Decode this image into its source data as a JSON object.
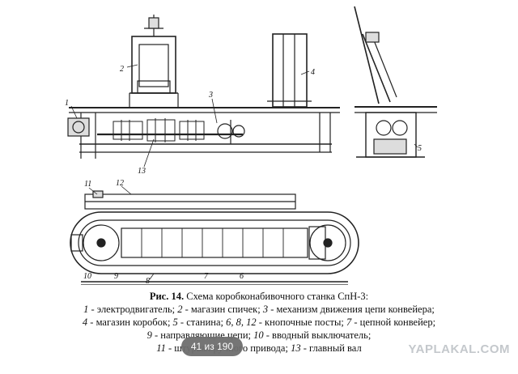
{
  "labels": {
    "l1": "1",
    "l2": "2",
    "l3": "3",
    "l4": "4",
    "l5": "5",
    "l6": "6",
    "l7": "7",
    "l8": "8",
    "l9": "9",
    "l10": "10",
    "l11": "11",
    "l12": "12",
    "l13": "13"
  },
  "caption": {
    "fig_ref": "Рис. 14.",
    "title": "Схема коробконабивочного станка СпН-3:",
    "line2": [
      {
        "n": "1",
        "t": " - электродвигатель; "
      },
      {
        "n": "2",
        "t": " - магазин спичек; "
      },
      {
        "n": "3",
        "t": " - механизм движения цепи конвейера;"
      }
    ],
    "line3": [
      {
        "n": "4",
        "t": " - магазин коробок; "
      },
      {
        "n": "5",
        "t": " - станина; "
      },
      {
        "n": "6, 8, 12",
        "t": " - кнопочные посты; "
      },
      {
        "n": "7",
        "t": " - цепной конвейер;"
      }
    ],
    "line4": [
      {
        "n": "9",
        "t": " - направляющие цепи; "
      },
      {
        "n": "10",
        "t": " - вводный выключатель;"
      }
    ],
    "line5": [
      {
        "n": "11",
        "t": " - штурвал ручного привода; "
      },
      {
        "n": "13",
        "t": " - главный вал"
      }
    ]
  },
  "pager": {
    "text": "41 из 190"
  },
  "watermark": {
    "text": "YAPLAKAL.COM"
  }
}
